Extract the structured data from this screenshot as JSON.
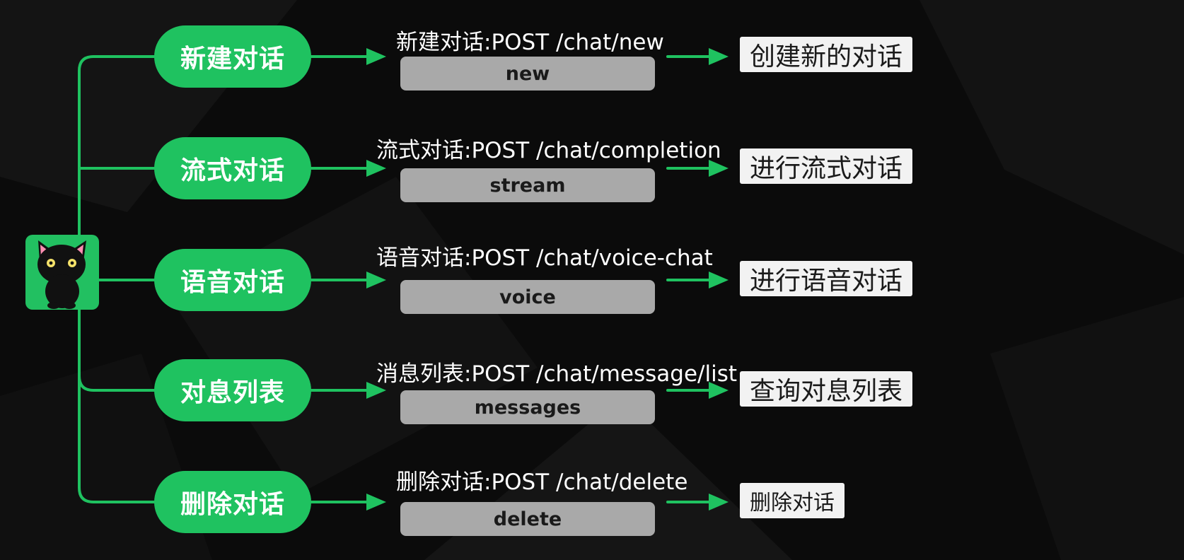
{
  "rows": [
    {
      "pill": "新建对话",
      "endpoint": "新建对话:POST /chat/new",
      "tag": "new",
      "description": "创建新的对话"
    },
    {
      "pill": "流式对话",
      "endpoint": "流式对话:POST /chat/completion",
      "tag": "stream",
      "description": "进行流式对话"
    },
    {
      "pill": "语音对话",
      "endpoint": "语音对话:POST /chat/voice-chat",
      "tag": "voice",
      "description": "进行语音对话"
    },
    {
      "pill": "对息列表",
      "endpoint": "消息列表:POST /chat/message/list",
      "tag": "messages",
      "description": "查询对息列表"
    },
    {
      "pill": "删除对话",
      "endpoint": "删除对话:POST /chat/delete",
      "tag": "delete",
      "description": "删除对话"
    }
  ],
  "colors": {
    "accent_green": "#1fc260",
    "tag_gray": "#a9a9a9",
    "description_bg": "#f2f2f2",
    "background": "#0b0b0b"
  },
  "icons": {
    "root": "black-cat-icon"
  }
}
